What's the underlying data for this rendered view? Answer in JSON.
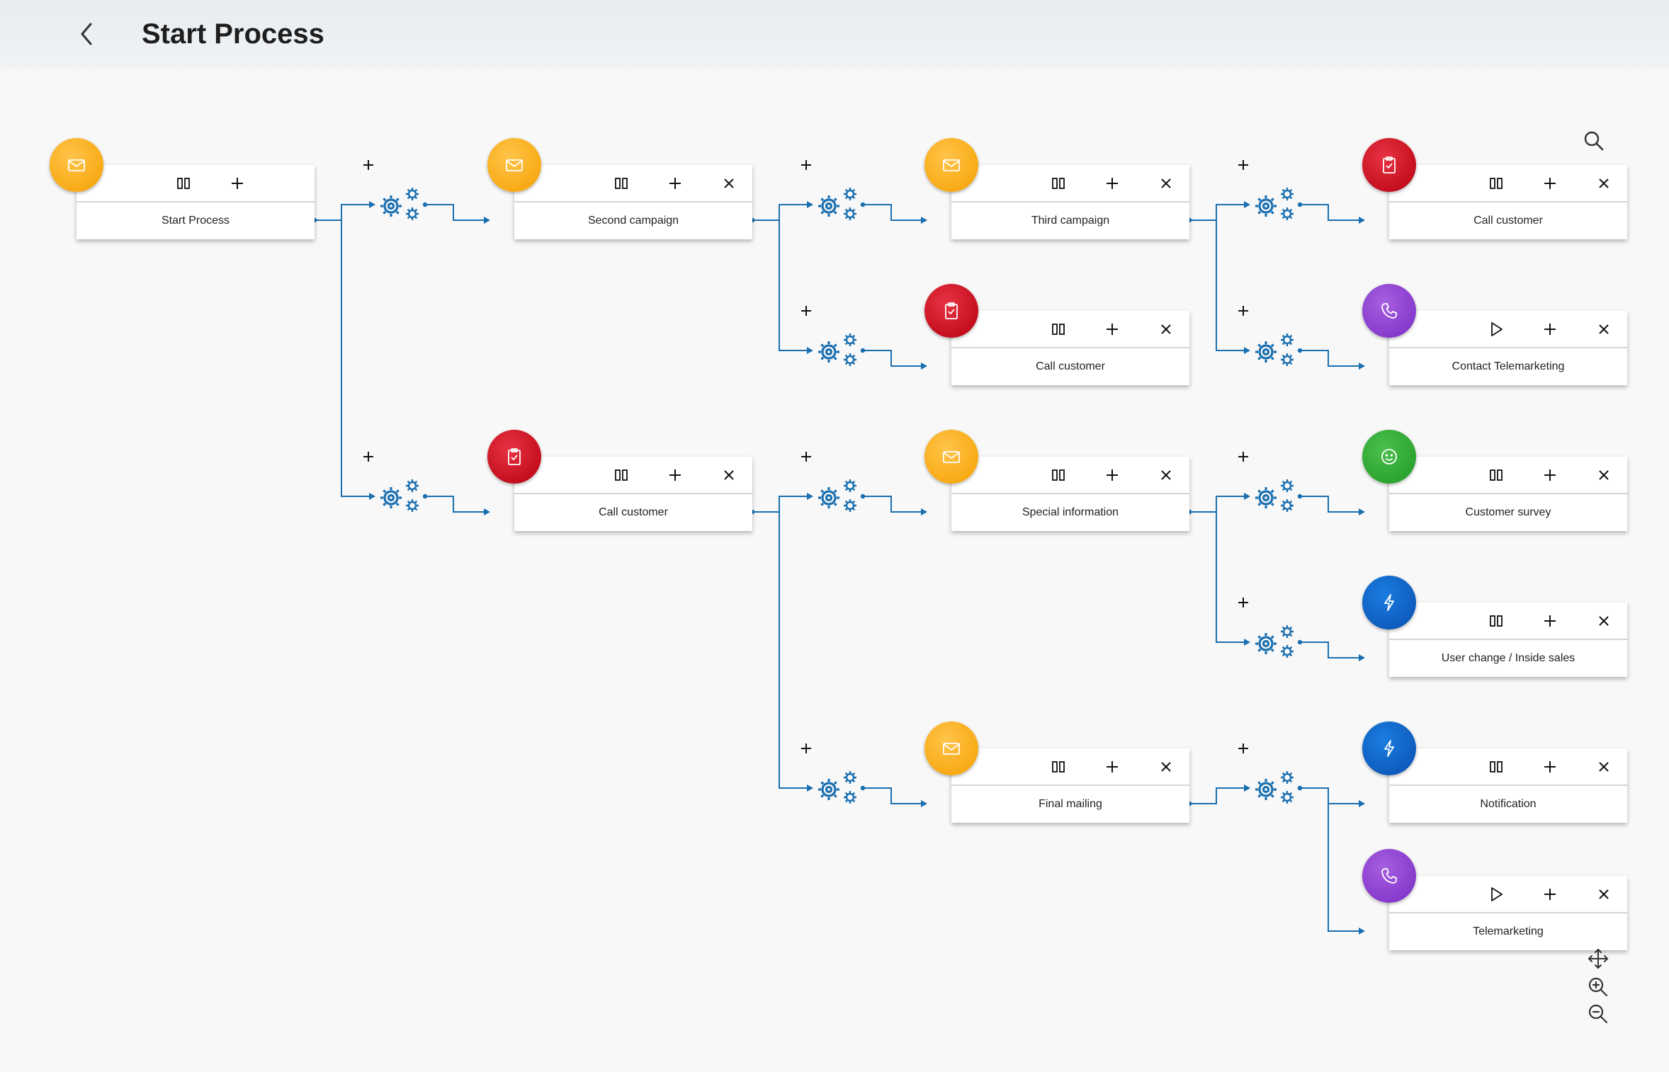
{
  "header": {
    "title": "Start Process",
    "back_icon": "chevron-left-icon"
  },
  "colors": {
    "accent": "#1a6fb0",
    "mail": "#f9ad16",
    "task": "#cc0a1c",
    "phone": "#8a3ed0",
    "survey": "#2ea62f",
    "bolt": "#0b5fc2"
  },
  "nodes": [
    {
      "id": "start",
      "label": "Start Process",
      "type": "mail",
      "actions": [
        "pause",
        "add"
      ]
    },
    {
      "id": "second",
      "label": "Second campaign",
      "type": "mail",
      "actions": [
        "pause",
        "add",
        "delete"
      ]
    },
    {
      "id": "third",
      "label": "Third campaign",
      "type": "mail",
      "actions": [
        "pause",
        "add",
        "delete"
      ]
    },
    {
      "id": "call_r1",
      "label": "Call customer",
      "type": "task",
      "actions": [
        "pause",
        "add",
        "delete"
      ]
    },
    {
      "id": "call_mid",
      "label": "Call customer",
      "type": "task",
      "actions": [
        "pause",
        "add",
        "delete"
      ]
    },
    {
      "id": "contact_tm",
      "label": "Contact Telemarketing",
      "type": "phone",
      "actions": [
        "play",
        "add",
        "delete"
      ]
    },
    {
      "id": "call_left",
      "label": "Call customer",
      "type": "task",
      "actions": [
        "pause",
        "add",
        "delete"
      ]
    },
    {
      "id": "special",
      "label": "Special information",
      "type": "mail",
      "actions": [
        "pause",
        "add",
        "delete"
      ]
    },
    {
      "id": "survey",
      "label": "Customer survey",
      "type": "smile",
      "actions": [
        "pause",
        "add",
        "delete"
      ]
    },
    {
      "id": "user_change",
      "label": "User change / Inside sales",
      "type": "bolt",
      "actions": [
        "pause",
        "add",
        "delete"
      ]
    },
    {
      "id": "final",
      "label": "Final mailing",
      "type": "mail",
      "actions": [
        "pause",
        "add",
        "delete"
      ]
    },
    {
      "id": "notification",
      "label": "Notification",
      "type": "bolt",
      "actions": [
        "pause",
        "add",
        "delete"
      ]
    },
    {
      "id": "telemarketing",
      "label": "Telemarketing",
      "type": "phone",
      "actions": [
        "play",
        "add",
        "delete"
      ]
    }
  ],
  "tools": {
    "search": "search-icon",
    "move": "move-icon",
    "zoom_in": "zoom-in-icon",
    "zoom_out": "zoom-out-icon"
  }
}
